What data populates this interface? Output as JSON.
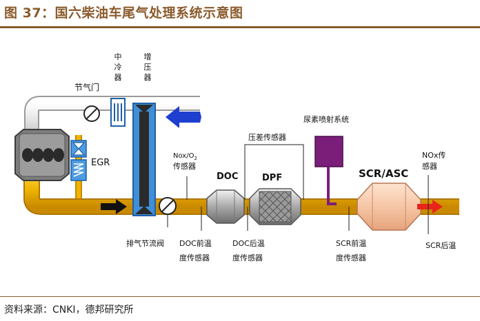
{
  "header": {
    "title": "图 37：国六柴油车尾气处理系统示意图"
  },
  "footer": {
    "source": "资料来源：CNKI，德邦研究所"
  },
  "diagram": {
    "labels": {
      "intercooler": [
        "中",
        "冷",
        "器"
      ],
      "turbo": [
        "增",
        "压",
        "器"
      ],
      "throttle": "节气门",
      "egr": "EGR",
      "nox_o2_line1": "Nox/O",
      "nox_o2_sub": "2",
      "nox_o2_line2": "传感器",
      "doc": "DOC",
      "dpf": "DPF",
      "pressure_sensor": "压差传感器",
      "urea": "尿素喷射系统",
      "scr_asc": "SCR/ASC",
      "nox_sensor_line1": "NOx传",
      "nox_sensor_line2": "感器",
      "exhaust_valve": "排气节流阀",
      "doc_front_1": "DOC前温",
      "doc_front_2": "度传感器",
      "doc_rear_1": "DOC后温",
      "doc_rear_2": "度传感器",
      "scr_front_1": "SCR前温",
      "scr_front_2": "度传感器",
      "scr_rear": "SCR后温"
    },
    "colors": {
      "pipe": "#f0b400",
      "pipe_edge": "#c98a00",
      "intake_pipe": "#e6e6e6",
      "turbo_blue": "#3f8fd8",
      "urea_purple": "#7b1e7a",
      "scr_fill": "#f6c6a6",
      "arrow_red": "#e8251a",
      "arrow_blue": "#1e3fd0",
      "header_brown": "#8a5a2b"
    }
  }
}
